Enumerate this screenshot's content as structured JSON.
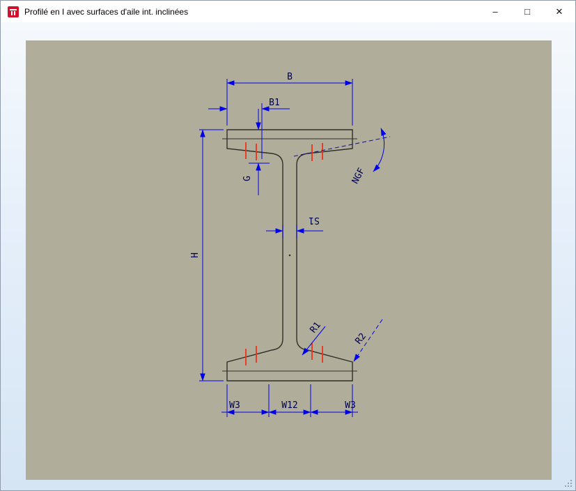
{
  "window": {
    "title": "Profilé en I avec surfaces d'aile int. inclinées",
    "controls": {
      "minimize": "–",
      "maximize": "□",
      "close": "✕"
    }
  },
  "drawing": {
    "labels": {
      "b": "B",
      "b1": "B1",
      "g": "G",
      "h": "H",
      "s1": "S1",
      "ngf": "NGF",
      "r1": "R1",
      "r2": "R2",
      "w3_left": "W3",
      "w12": "W12",
      "w3_right": "W3"
    },
    "colors": {
      "dimension_line": "#0000e8",
      "dimension_text": "#00004f",
      "profile_outline": "#2e2e28",
      "incline_tick_red": "#f03018",
      "canvas_background": "#b0ae9a",
      "titlebar_background": "#ffffff",
      "icon_red": "#d1122c"
    }
  }
}
